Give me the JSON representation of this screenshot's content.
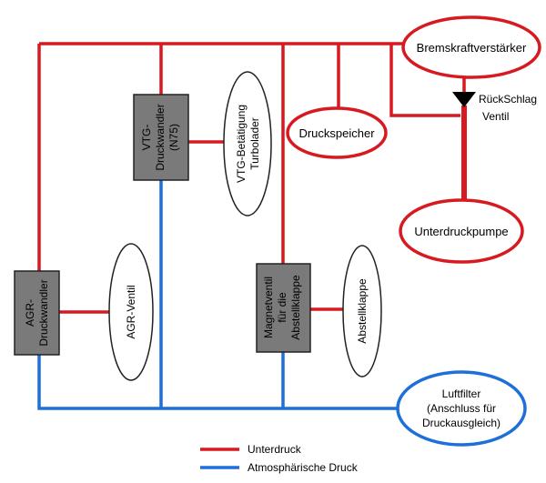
{
  "colors": {
    "vacuum_line": "#d71920",
    "atmospheric_line": "#1e6fd9",
    "actuator_fill": "#7a7a7a",
    "background": "#ffffff"
  },
  "nodes": {
    "brake_booster": "Bremskraftverstärker",
    "check_valve_line1": "RückSchlag",
    "check_valve_line2": "Ventil",
    "pressure_accumulator": "Druckspeicher",
    "vacuum_pump": "Unterdruckpumpe",
    "vtg_converter_line1": "VTG-",
    "vtg_converter_line2": "Druckwandler",
    "vtg_converter_line3": "(N75)",
    "vtg_actuator_line1": "VTG-Betätigung",
    "vtg_actuator_line2": "Turbolader",
    "egr_converter_line1": "AGR-",
    "egr_converter_line2": "Druckwandler",
    "egr_valve": "AGR-Ventil",
    "solenoid_line1": "Magnetventil",
    "solenoid_line2": "für die",
    "solenoid_line3": "Abstellklappe",
    "shutoff_flap": "Abstellklappe",
    "air_filter_line1": "Luftfilter",
    "air_filter_line2": "(Anschluss für",
    "air_filter_line3": "Druckausgleich)"
  },
  "legend": {
    "vacuum": "Unterdruck",
    "atmospheric": "Atmosphärische Druck"
  }
}
